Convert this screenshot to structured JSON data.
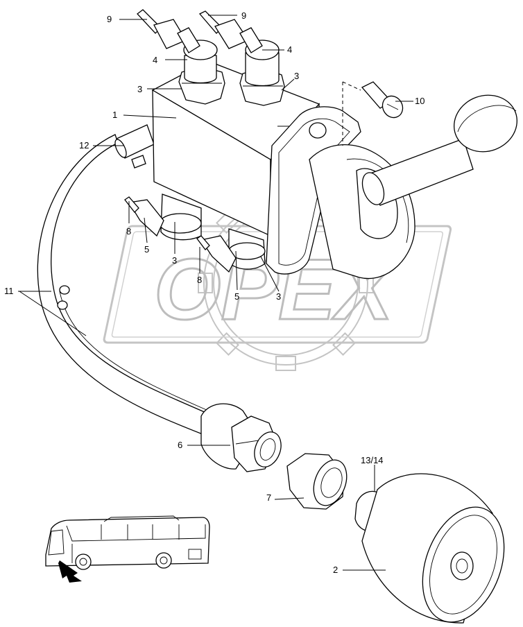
{
  "diagram": {
    "callouts": [
      {
        "id": "c9a",
        "text": "9"
      },
      {
        "id": "c9b",
        "text": "9"
      },
      {
        "id": "c4a",
        "text": "4"
      },
      {
        "id": "c4b",
        "text": "4"
      },
      {
        "id": "c3a",
        "text": "3"
      },
      {
        "id": "c3b",
        "text": "3"
      },
      {
        "id": "c10",
        "text": "10"
      },
      {
        "id": "c1",
        "text": "1"
      },
      {
        "id": "c12",
        "text": "12"
      },
      {
        "id": "c8a",
        "text": "8"
      },
      {
        "id": "c5a",
        "text": "5"
      },
      {
        "id": "c3c",
        "text": "3"
      },
      {
        "id": "c8b",
        "text": "8"
      },
      {
        "id": "c11",
        "text": "11"
      },
      {
        "id": "c5b",
        "text": "5"
      },
      {
        "id": "c3d",
        "text": "3"
      },
      {
        "id": "c6",
        "text": "6"
      },
      {
        "id": "c1314",
        "text": "13/14"
      },
      {
        "id": "c7",
        "text": "7"
      },
      {
        "id": "c2",
        "text": "2"
      }
    ],
    "watermark": {
      "text": "OPEX",
      "color": "#c8c8c8"
    },
    "thumbnail": {
      "name": "bus-location-thumbnail"
    }
  }
}
